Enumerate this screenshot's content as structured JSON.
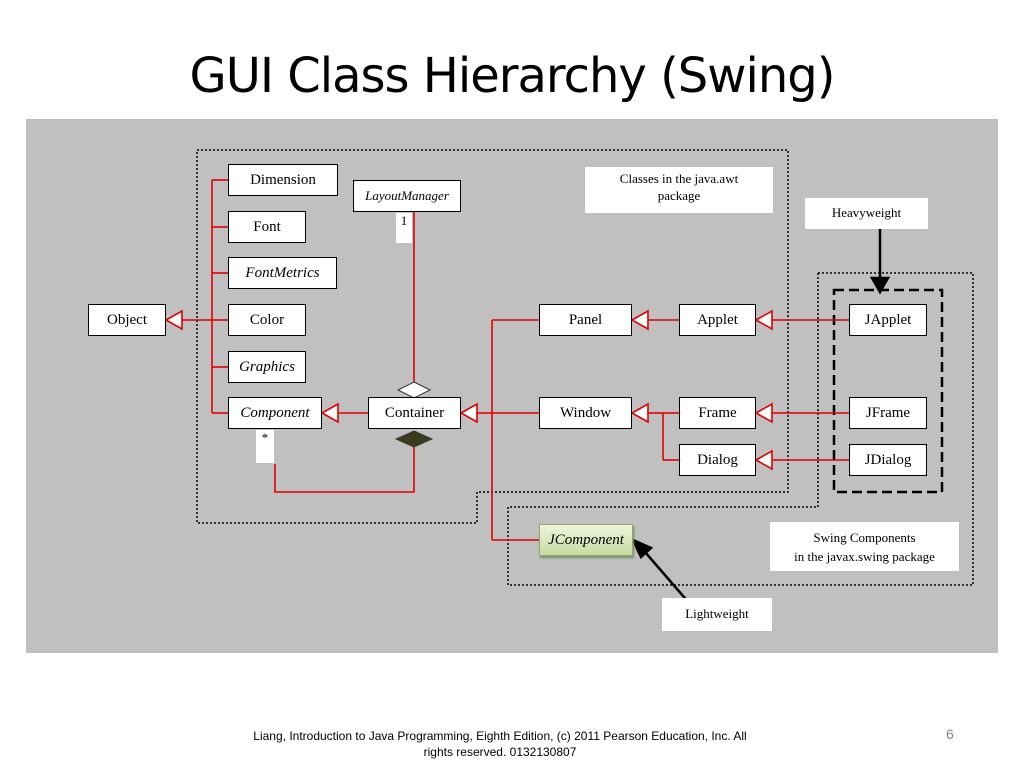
{
  "title": "GUI Class Hierarchy (Swing)",
  "classes": {
    "object": "Object",
    "dimension": "Dimension",
    "font": "Font",
    "font_metrics": "FontMetrics",
    "color": "Color",
    "graphics": "Graphics",
    "component": "Component",
    "layout_manager": "LayoutManager",
    "container": "Container",
    "panel": "Panel",
    "applet": "Applet",
    "window": "Window",
    "frame": "Frame",
    "dialog": "Dialog",
    "japplet": "JApplet",
    "jframe": "JFrame",
    "jdialog": "JDialog",
    "jcomponent": "JComponent"
  },
  "multiplicity": {
    "layout_one": "1",
    "component_many": "*"
  },
  "notes": {
    "awt_line1": "Classes in the java.awt",
    "awt_line2": "package",
    "heavyweight": "Heavyweight",
    "swing_line1": "Swing Components",
    "swing_line2": "in the javax.swing package",
    "lightweight": "Lightweight"
  },
  "colors": {
    "connector": "#e00000",
    "background": "#c0c0c0",
    "jcomponent_fill": "#c7dba0"
  },
  "footer": {
    "line1": "Liang, Introduction to Java Programming, Eighth Edition, (c) 2011 Pearson Education, Inc. All",
    "line2": "rights reserved. 0132130807"
  },
  "page_number": "6"
}
